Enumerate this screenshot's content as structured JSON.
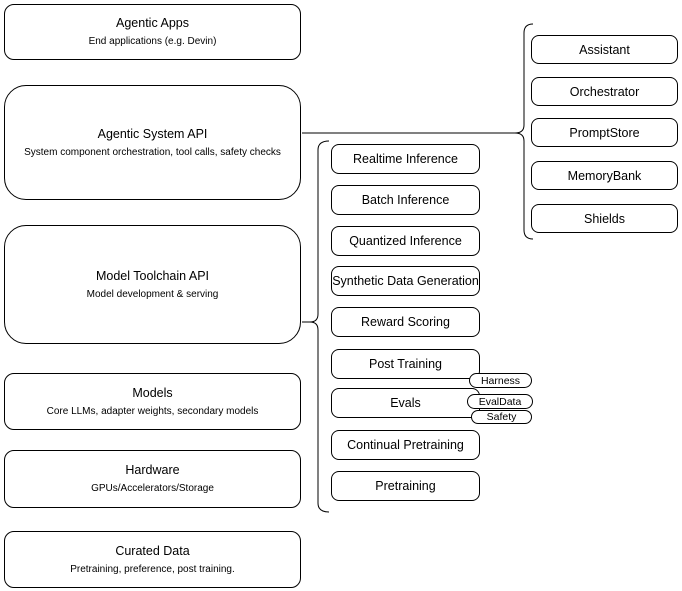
{
  "diagram": {
    "left_stack": [
      {
        "title": "Agentic Apps",
        "subtitle": "End applications (e.g. Devin)"
      },
      {
        "title": "Agentic System API",
        "subtitle": "System component orchestration, tool calls, safety checks"
      },
      {
        "title": "Model Toolchain API",
        "subtitle": "Model development & serving"
      },
      {
        "title": "Models",
        "subtitle": "Core LLMs, adapter weights, secondary models"
      },
      {
        "title": "Hardware",
        "subtitle": "GPUs/Accelerators/Storage"
      },
      {
        "title": "Curated Data",
        "subtitle": "Pretraining, preference, post training."
      }
    ],
    "toolchain_items": [
      {
        "label": "Realtime Inference"
      },
      {
        "label": "Batch Inference"
      },
      {
        "label": "Quantized Inference"
      },
      {
        "label": "Synthetic Data Generation"
      },
      {
        "label": "Reward Scoring"
      },
      {
        "label": "Post Training"
      },
      {
        "label": "Evals"
      },
      {
        "label": "Continual Pretraining"
      },
      {
        "label": "Pretraining"
      }
    ],
    "evals_tags": [
      {
        "label": "Harness"
      },
      {
        "label": "EvalData"
      },
      {
        "label": "Safety"
      }
    ],
    "system_components": [
      {
        "label": "Assistant"
      },
      {
        "label": "Orchestrator"
      },
      {
        "label": "PromptStore"
      },
      {
        "label": "MemoryBank"
      },
      {
        "label": "Shields"
      }
    ],
    "colors": {
      "stroke": "#000000",
      "fill": "#ffffff",
      "text": "#000000"
    }
  }
}
